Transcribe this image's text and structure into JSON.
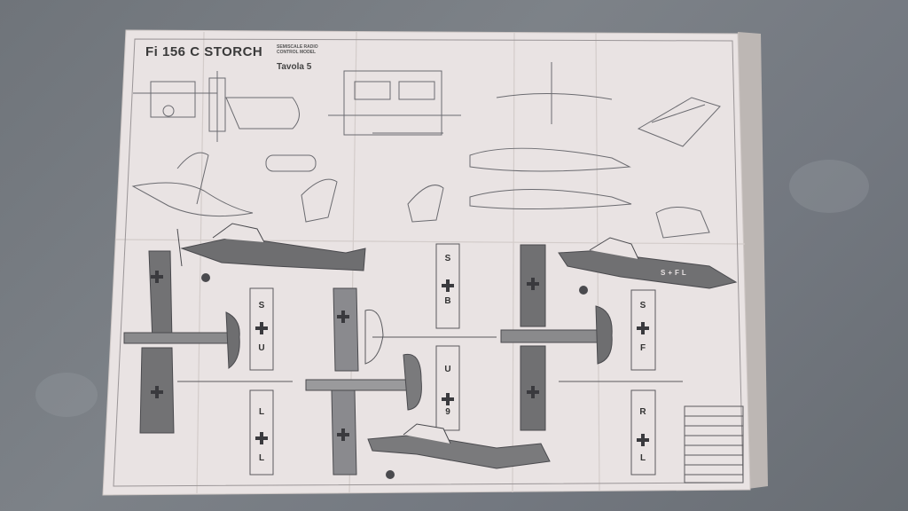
{
  "sheet": {
    "title": "Fi 156 C STORCH",
    "subtitle": "Tavola 5",
    "brand_line1": "SEMISCALE RADIO",
    "brand_line2": "CONTROL MODEL"
  },
  "markings": {
    "code_top_left": [
      "S",
      "+",
      "U"
    ],
    "code_top_middle": [
      "S",
      "+",
      "B"
    ],
    "code_right_wing": [
      "S",
      "+",
      "F"
    ],
    "code_fuselage_right": "S+FL",
    "code_bottom_left": [
      "L",
      "+",
      "L"
    ],
    "code_bottom_middle": [
      "U",
      "+",
      "9"
    ],
    "code_bottom_right": [
      "R",
      "+",
      "L"
    ]
  },
  "colors": {
    "wall": "#767b81",
    "paper": "#e9e3e3",
    "ink": "#5a5a5e",
    "camo_dark": "#6e6e70"
  }
}
